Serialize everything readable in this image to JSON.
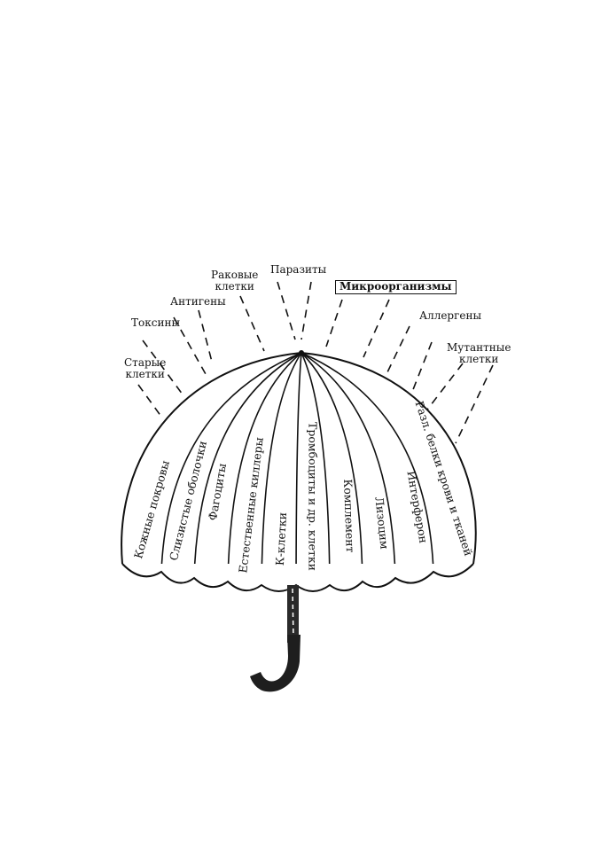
{
  "threats": [
    {
      "id": "old-cells",
      "lines": [
        "Старые",
        "клетки"
      ]
    },
    {
      "id": "toxins",
      "lines": [
        "Токсины"
      ]
    },
    {
      "id": "antigens",
      "lines": [
        "Антигены"
      ]
    },
    {
      "id": "cancer-cells",
      "lines": [
        "Раковые",
        "клетки"
      ]
    },
    {
      "id": "parasites",
      "lines": [
        "Паразиты"
      ]
    },
    {
      "id": "microorganisms",
      "lines": [
        "Микроорганизмы"
      ],
      "boxed": true
    },
    {
      "id": "allergens",
      "lines": [
        "Аллергены"
      ]
    },
    {
      "id": "mutant-cells",
      "lines": [
        "Мутантные",
        "клетки"
      ]
    }
  ],
  "panels": [
    "Кожные покровы",
    "Слизистые оболочки",
    "Фагоциты",
    "Естественные киллеры",
    "К-клетки",
    "Тромбоциты и др. клетки",
    "Комплемент",
    "Лизоцим",
    "Интерферон",
    "Разл. белки крови и тканей"
  ],
  "colors": {
    "ink": "#111111",
    "paper": "#ffffff",
    "handle": "#2a2a2a"
  }
}
